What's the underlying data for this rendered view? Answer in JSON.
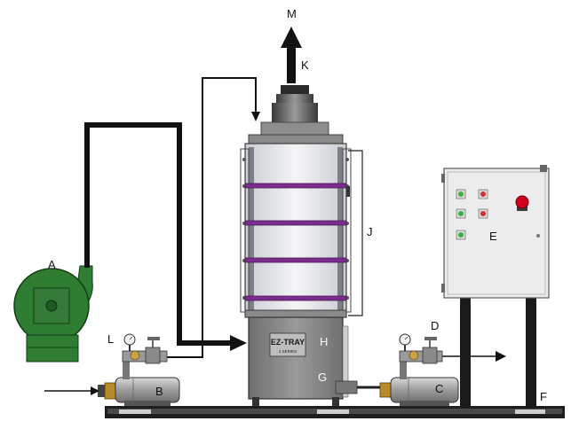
{
  "labels": {
    "a": "A",
    "b": "B",
    "c": "C",
    "d": "D",
    "e": "E",
    "f": "F",
    "g": "G",
    "h": "H",
    "j": "J",
    "k": "K",
    "l": "L",
    "m": "M"
  },
  "unit_name": "EZ-TRAY",
  "unit_subtitle": "4 SERIES",
  "colors": {
    "blower": "#2e7d32",
    "tray_band": "#7b2d8e",
    "housing": "#8a8a8a",
    "panel": "#ececec",
    "indicator_green": "#3cb043",
    "indicator_red": "#d32f2f",
    "estop": "#d0021b",
    "pipe": "#111111"
  },
  "icons": [
    "blower-icon",
    "pump-icon",
    "gauge-icon",
    "valve-icon",
    "control-panel-icon",
    "emergency-stop-icon"
  ]
}
